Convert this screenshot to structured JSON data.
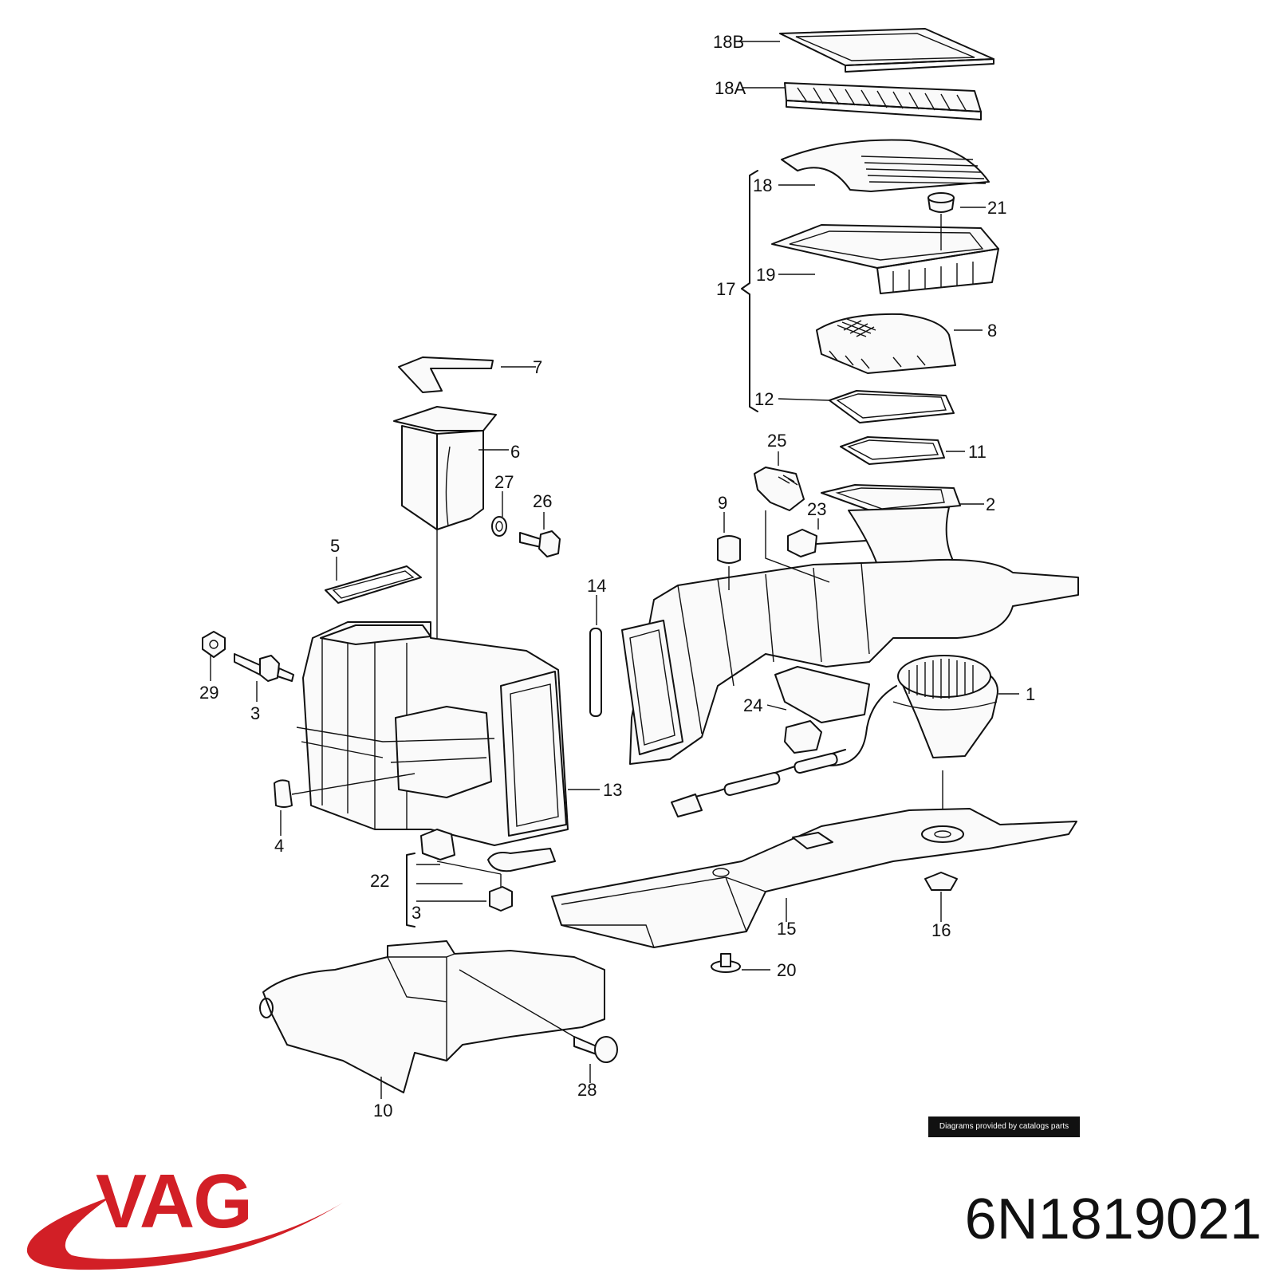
{
  "callouts": {
    "c18b": "18B",
    "c18a": "18A",
    "c18": "18",
    "c21": "21",
    "c17": "17",
    "c19": "19",
    "c8": "8",
    "c7": "7",
    "c12": "12",
    "c6": "6",
    "c11": "11",
    "c25": "25",
    "c27": "27",
    "c26": "26",
    "c2": "2",
    "c9": "9",
    "c23": "23",
    "c5": "5",
    "c14": "14",
    "c29": "29",
    "c3a": "3",
    "c24": "24",
    "c1": "1",
    "c13": "13",
    "c4": "4",
    "c22": "22",
    "c3b": "3",
    "c15": "15",
    "c16": "16",
    "c20": "20",
    "c28": "28",
    "c10": "10"
  },
  "credit": "Diagrams provided by catalogs parts",
  "brand_logo_text": "VAG",
  "part_number": "6N1819021",
  "colors": {
    "brand": "#d21f26",
    "ink": "#111111"
  }
}
